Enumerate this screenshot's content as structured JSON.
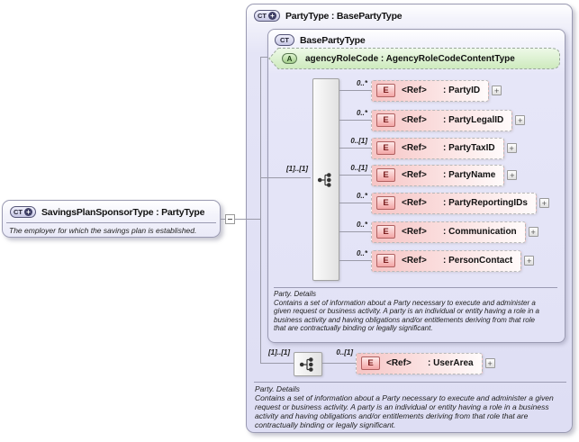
{
  "icons": {
    "collapse_toggle": "minus",
    "expand_button": "plus",
    "model_group": "sequence-dots"
  },
  "colors": {
    "box_fill": "#e3e3f6",
    "element_fill": "#f6c5c5",
    "attribute_fill": "#d9efc8",
    "border": "#9a9ab2",
    "element_icon_red": "#b06060",
    "attribute_icon_green": "#5c7a54"
  },
  "source_box": {
    "type_icon": "CT",
    "type_badge": "+",
    "title": "SavingsPlanSponsorType : PartyType",
    "annotation": "The employer for which the savings plan is established."
  },
  "party_type_box": {
    "type_icon": "CT",
    "type_badge": "+",
    "title": "PartyType : BasePartyType",
    "annotation_title": "Party. Details",
    "annotation_body": "Contains a set of information about a Party necessary to execute and administer a given request or business activity. A party is an individual or entity having a role in a business activity and having obligations and/or entitlements deriving from that role that are contractually binding or legally significant."
  },
  "base_party_type_box": {
    "type_icon": "CT",
    "title": "BasePartyType",
    "attribute": {
      "icon": "A",
      "label": "agencyRoleCode : AgencyRoleCodeContentType"
    },
    "sequence": {
      "cardinality": "[1]..[1]",
      "elements": [
        {
          "cardinality": "0..*",
          "icon": "E",
          "ref_label": "<Ref>",
          "name_label": ": PartyID",
          "expand": "+"
        },
        {
          "cardinality": "0..*",
          "icon": "E",
          "ref_label": "<Ref>",
          "name_label": ": PartyLegalID",
          "expand": "+"
        },
        {
          "cardinality": "0..[1]",
          "icon": "E",
          "ref_label": "<Ref>",
          "name_label": ": PartyTaxID",
          "expand": "+"
        },
        {
          "cardinality": "0..[1]",
          "icon": "E",
          "ref_label": "<Ref>",
          "name_label": ": PartyName",
          "expand": "+"
        },
        {
          "cardinality": "0..*",
          "icon": "E",
          "ref_label": "<Ref>",
          "name_label": ": PartyReportingIDs",
          "expand": "+"
        },
        {
          "cardinality": "0..*",
          "icon": "E",
          "ref_label": "<Ref>",
          "name_label": ": Communication",
          "expand": "+"
        },
        {
          "cardinality": "0..*",
          "icon": "E",
          "ref_label": "<Ref>",
          "name_label": ": PersonContact",
          "expand": "+"
        }
      ]
    },
    "annotation_title": "Party. Details",
    "annotation_body": "Contains a set of information about a Party necessary to execute and administer a given request or business activity. A party is an individual or entity having a role in a business activity and having obligations and/or entitlements deriving from that role that are contractually binding or legally significant."
  },
  "user_area_sequence": {
    "cardinality": "[1]..[1]",
    "element_cardinality": "0..[1]",
    "element": {
      "icon": "E",
      "ref_label": "<Ref>",
      "name_label": ": UserArea",
      "expand": "+"
    }
  }
}
